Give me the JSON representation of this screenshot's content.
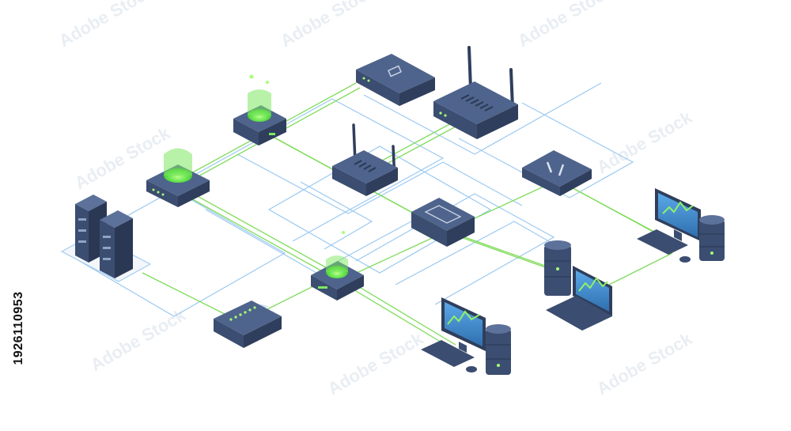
{
  "image_id_text": "1926110953",
  "watermark_text": "Adobe Stock",
  "colors": {
    "device_top": "#4f648c",
    "device_side": "#2f3e5c",
    "device_front": "#3b4d70",
    "glow": "#5ee048",
    "link_green": "#7fdc5a",
    "link_blue": "#9cc9f0",
    "screen": "#3a7fc4"
  },
  "devices": [
    {
      "name": "server-rack-pair-icon",
      "kind": "server-rack"
    },
    {
      "name": "hub-glow-icon",
      "kind": "glow-hub"
    },
    {
      "name": "hub-glow-top-icon",
      "kind": "glow-hub"
    },
    {
      "name": "modem-top-icon",
      "kind": "modem"
    },
    {
      "name": "wifi-router-large-icon",
      "kind": "wifi-router"
    },
    {
      "name": "wifi-router-center-icon",
      "kind": "wifi-router"
    },
    {
      "name": "switch-right-icon",
      "kind": "switch"
    },
    {
      "name": "switch-center-icon",
      "kind": "switch"
    },
    {
      "name": "hub-glow-center-icon",
      "kind": "glow-hub"
    },
    {
      "name": "switch-bottom-icon",
      "kind": "switch"
    },
    {
      "name": "desktop-workstation-right-icon",
      "kind": "workstation"
    },
    {
      "name": "laptop-with-server-icon",
      "kind": "laptop"
    },
    {
      "name": "desktop-workstation-bottom-icon",
      "kind": "workstation"
    }
  ]
}
